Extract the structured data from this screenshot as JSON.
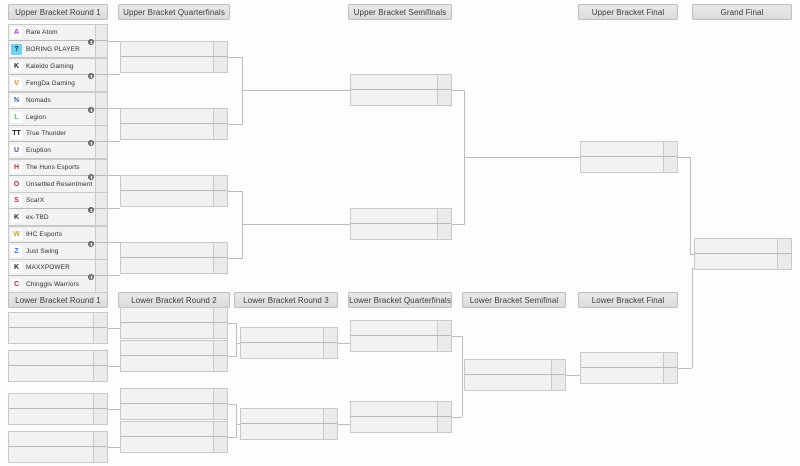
{
  "page": {
    "title": "Tournament Bracket",
    "background_color": "#fdfdff",
    "line_color": "#bdbdbd",
    "box_fill": "#f2f2f2",
    "score_fill": "#ebebeb",
    "header_fill": "#e2e2e2"
  },
  "rounds": {
    "ubr1": {
      "label": "Upper Bracket Round 1"
    },
    "ubqf": {
      "label": "Upper Bracket Quarterfinals"
    },
    "ubsf": {
      "label": "Upper Bracket Semifinals"
    },
    "ubf": {
      "label": "Upper Bracket Final"
    },
    "gf": {
      "label": "Grand Final"
    },
    "lbr1": {
      "label": "Lower Bracket Round 1"
    },
    "lbr2": {
      "label": "Lower Bracket Round 2"
    },
    "lbr3": {
      "label": "Lower Bracket Round 3"
    },
    "lbqf": {
      "label": "Lower Bracket Quarterfinals"
    },
    "lbsf": {
      "label": "Lower Bracket Semifinal"
    },
    "lbf": {
      "label": "Lower Bracket Final"
    }
  },
  "upper_round1": [
    {
      "top": {
        "name": "Rare Atom",
        "score": "",
        "logo": "rare-atom-logo",
        "logo_glyph": "A",
        "logo_color": "#b23bc9",
        "logo_bg": "#ffffff"
      },
      "bottom": {
        "name": "BORING PLAYER",
        "score": "",
        "logo": "boring-player-logo",
        "logo_glyph": "?",
        "logo_color": "#111111",
        "logo_bg": "#6fd3f2"
      }
    },
    {
      "top": {
        "name": "Kaleido Gaming",
        "score": "",
        "logo": "kaleido-gaming-logo",
        "logo_glyph": "K",
        "logo_color": "#222222",
        "logo_bg": "#ffffff"
      },
      "bottom": {
        "name": "FengDa Gaming",
        "score": "",
        "logo": "fengda-gaming-logo",
        "logo_glyph": "V",
        "logo_color": "#f08020",
        "logo_bg": "#ffffff"
      }
    },
    {
      "top": {
        "name": "Nomads",
        "score": "",
        "logo": "nomads-logo",
        "logo_glyph": "N",
        "logo_color": "#2f6fa8",
        "logo_bg": "#ffffff"
      },
      "bottom": {
        "name": "Legion",
        "score": "",
        "logo": "legion-logo",
        "logo_glyph": "L",
        "logo_color": "#33dd55",
        "logo_bg": "#ffffff"
      }
    },
    {
      "top": {
        "name": "True Thunder",
        "score": "",
        "logo": "true-thunder-logo",
        "logo_glyph": "TT",
        "logo_color": "#1b1b1b",
        "logo_bg": "#ffffff"
      },
      "bottom": {
        "name": "Eruption",
        "score": "",
        "logo": "eruption-logo",
        "logo_glyph": "U",
        "logo_color": "#4a4a8a",
        "logo_bg": "#ffffff"
      }
    },
    {
      "top": {
        "name": "The Huns Esports",
        "score": "",
        "logo": "the-huns-esports-logo",
        "logo_glyph": "H",
        "logo_color": "#d0232b",
        "logo_bg": "#ffffff"
      },
      "bottom": {
        "name": "Unsettled Resentment",
        "score": "",
        "logo": "unsettled-resentment-logo",
        "logo_glyph": "O",
        "logo_color": "#d0232b",
        "logo_bg": "#ffffff"
      }
    },
    {
      "top": {
        "name": "ScarX",
        "score": "",
        "logo": "scarx-logo",
        "logo_glyph": "S",
        "logo_color": "#d0232b",
        "logo_bg": "#ffffff"
      },
      "bottom": {
        "name": "ex-TBD",
        "score": "",
        "logo": "ex-tbd-logo",
        "logo_glyph": "K",
        "logo_color": "#222222",
        "logo_bg": "#ffffff"
      }
    },
    {
      "top": {
        "name": "IHC Esports",
        "score": "",
        "logo": "ihc-esports-logo",
        "logo_glyph": "W",
        "logo_color": "#c8a23a",
        "logo_bg": "#ffffff"
      },
      "bottom": {
        "name": "Just Swing",
        "score": "",
        "logo": "just-swing-logo",
        "logo_glyph": "Z",
        "logo_color": "#3b6fe0",
        "logo_bg": "#ffffff"
      }
    },
    {
      "top": {
        "name": "MAXXPOWER",
        "score": "",
        "logo": "maxxpower-logo",
        "logo_glyph": "K",
        "logo_color": "#222222",
        "logo_bg": "#ffffff"
      },
      "bottom": {
        "name": "Chinggis Warriors",
        "score": "",
        "logo": "chinggis-warriors-logo",
        "logo_glyph": "C",
        "logo_color": "#c1243a",
        "logo_bg": "#ffffff"
      }
    }
  ],
  "upper_quarterfinals": [
    {
      "top": {
        "name": "",
        "score": ""
      },
      "bottom": {
        "name": "",
        "score": ""
      }
    },
    {
      "top": {
        "name": "",
        "score": ""
      },
      "bottom": {
        "name": "",
        "score": ""
      }
    },
    {
      "top": {
        "name": "",
        "score": ""
      },
      "bottom": {
        "name": "",
        "score": ""
      }
    },
    {
      "top": {
        "name": "",
        "score": ""
      },
      "bottom": {
        "name": "",
        "score": ""
      }
    }
  ],
  "upper_semifinals": [
    {
      "top": {
        "name": "",
        "score": ""
      },
      "bottom": {
        "name": "",
        "score": ""
      }
    },
    {
      "top": {
        "name": "",
        "score": ""
      },
      "bottom": {
        "name": "",
        "score": ""
      }
    }
  ],
  "upper_final": [
    {
      "top": {
        "name": "",
        "score": ""
      },
      "bottom": {
        "name": "",
        "score": ""
      }
    }
  ],
  "grand_final": [
    {
      "top": {
        "name": "",
        "score": ""
      },
      "bottom": {
        "name": "",
        "score": ""
      }
    }
  ],
  "lower_round1": [
    {
      "top": {
        "name": "",
        "score": ""
      },
      "bottom": {
        "name": "",
        "score": ""
      }
    },
    {
      "top": {
        "name": "",
        "score": ""
      },
      "bottom": {
        "name": "",
        "score": ""
      }
    },
    {
      "top": {
        "name": "",
        "score": ""
      },
      "bottom": {
        "name": "",
        "score": ""
      }
    },
    {
      "top": {
        "name": "",
        "score": ""
      },
      "bottom": {
        "name": "",
        "score": ""
      }
    }
  ],
  "lower_round2": [
    {
      "top": {
        "name": "",
        "score": ""
      },
      "bottom": {
        "name": "",
        "score": ""
      }
    },
    {
      "top": {
        "name": "",
        "score": ""
      },
      "bottom": {
        "name": "",
        "score": ""
      }
    },
    {
      "top": {
        "name": "",
        "score": ""
      },
      "bottom": {
        "name": "",
        "score": ""
      }
    },
    {
      "top": {
        "name": "",
        "score": ""
      },
      "bottom": {
        "name": "",
        "score": ""
      }
    }
  ],
  "lower_round3": [
    {
      "top": {
        "name": "",
        "score": ""
      },
      "bottom": {
        "name": "",
        "score": ""
      }
    },
    {
      "top": {
        "name": "",
        "score": ""
      },
      "bottom": {
        "name": "",
        "score": ""
      }
    }
  ],
  "lower_quarterfinals": [
    {
      "top": {
        "name": "",
        "score": ""
      },
      "bottom": {
        "name": "",
        "score": ""
      }
    },
    {
      "top": {
        "name": "",
        "score": ""
      },
      "bottom": {
        "name": "",
        "score": ""
      }
    }
  ],
  "lower_semifinal": [
    {
      "top": {
        "name": "",
        "score": ""
      },
      "bottom": {
        "name": "",
        "score": ""
      }
    }
  ],
  "lower_final": [
    {
      "top": {
        "name": "",
        "score": ""
      },
      "bottom": {
        "name": "",
        "score": ""
      }
    }
  ]
}
